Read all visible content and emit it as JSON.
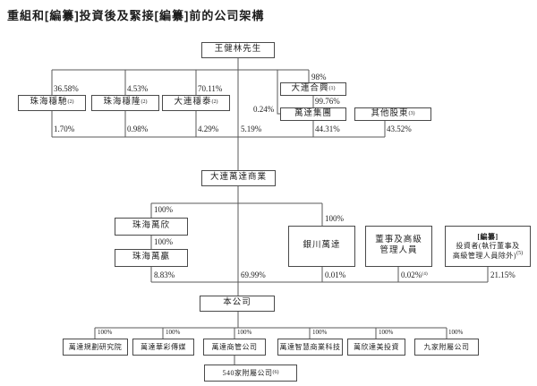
{
  "title": "重組和[編纂]投資後及緊接[編纂]前的公司架構",
  "nodes": {
    "wang_jianlin": {
      "label": "王健林先生"
    },
    "zhuhai_wenchi": {
      "label": "珠海穩馳",
      "note": "(2)"
    },
    "zhuhai_wenlong": {
      "label": "珠海穩隆",
      "note": "(2)"
    },
    "dalian_wentai": {
      "label": "大連穩泰",
      "note": "(2)"
    },
    "dalian_hexing": {
      "label": "大連合興",
      "note": "(1)"
    },
    "wanda_group": {
      "label": "萬達集團"
    },
    "other_shareholders": {
      "label": "其他股東",
      "note": "(3)"
    },
    "dalian_wanda_commercial": {
      "label": "大連萬達商業"
    },
    "zhuhai_wanxin": {
      "label": "珠海萬欣"
    },
    "zhuhai_wanying": {
      "label": "珠海萬贏"
    },
    "yinchuan_wanda": {
      "label": "銀川萬達"
    },
    "directors_senior_mgmt": {
      "line1": "董事及高級",
      "line2": "管理人員"
    },
    "pre_investors": {
      "line1": "[編纂]",
      "line2": "投資者(執行董事及",
      "line3": "高級管理人員除外)",
      "note": "(5)"
    },
    "the_company": {
      "label": "本公司"
    },
    "planning_institute": {
      "label": "萬達規劃研究院"
    },
    "huacai_media": {
      "label": "萬達華彩傳媒"
    },
    "commercial_mgmt_co": {
      "label": "萬達商管公司"
    },
    "smart_commercial_tech": {
      "label": "萬達智慧商業科技"
    },
    "wanxin_damei_investment": {
      "label": "萬欣達美投資"
    },
    "nine_subsidiaries": {
      "label": "九家附屬公司"
    },
    "subsidiaries_540": {
      "label": "540家附屬公司",
      "note": "(6)"
    }
  },
  "percentages": {
    "p36_58": "36.58%",
    "p4_53": "4.53%",
    "p70_11": "70.11%",
    "p98": "98%",
    "p0_24": "0.24%",
    "p99_76": "99.76%",
    "p1_70": "1.70%",
    "p0_98": "0.98%",
    "p4_29": "4.29%",
    "p5_19": "5.19%",
    "p44_31": "44.31%",
    "p43_52": "43.52%",
    "p100": "100%",
    "p8_83": "8.83%",
    "p69_99": "69.99%",
    "p0_01": "0.01%",
    "p0_02": "0.02%",
    "p0_02_note": "(4)",
    "p21_15": "21.15%"
  }
}
